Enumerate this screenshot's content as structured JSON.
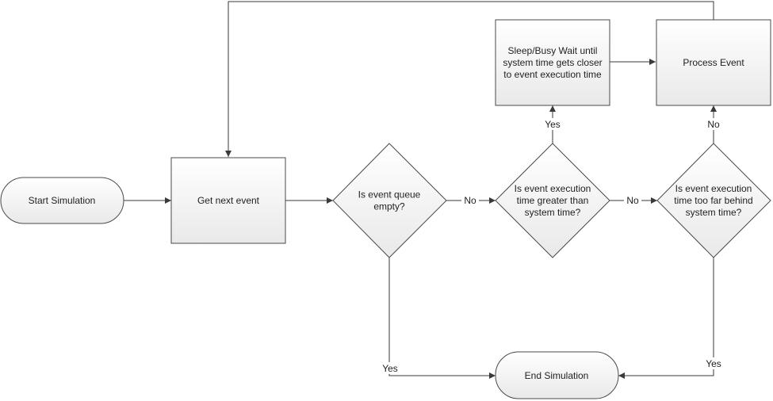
{
  "nodes": {
    "start": {
      "lines": [
        "Start Simulation"
      ]
    },
    "get_next": {
      "lines": [
        "Get next event"
      ]
    },
    "queue_empty": {
      "lines": [
        "Is event queue",
        "empty?"
      ]
    },
    "greater": {
      "lines": [
        "Is event execution",
        "time greater than",
        "system time?"
      ]
    },
    "behind": {
      "lines": [
        "Is event execution",
        "time too far behind",
        "system time?"
      ]
    },
    "sleep": {
      "lines": [
        "Sleep/Busy Wait until",
        "system time gets closer",
        "to event execution time"
      ]
    },
    "process": {
      "lines": [
        "Process Event"
      ]
    },
    "end": {
      "lines": [
        "End Simulation"
      ]
    }
  },
  "edges": {
    "queue_to_greater": "No",
    "greater_to_behind": "No",
    "greater_to_sleep": "Yes",
    "behind_to_process": "No",
    "queue_to_end": "Yes",
    "behind_to_end": "Yes"
  }
}
